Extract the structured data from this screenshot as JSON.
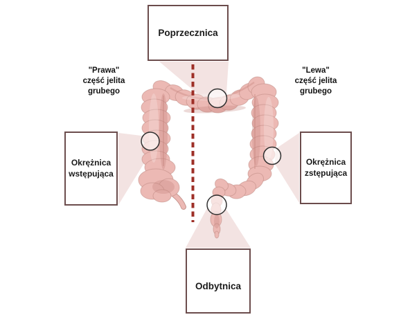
{
  "boxes": {
    "top": {
      "label": "Poprzecznica"
    },
    "left": {
      "label_line1": "Okrężnica",
      "label_line2": "wstępująca"
    },
    "right": {
      "label_line1": "Okrężnica",
      "label_line2": "zstępująca"
    },
    "bottom": {
      "label": "Odbytnica"
    }
  },
  "annotations": {
    "left": {
      "lines": [
        "\"Prawa\"",
        "część jelita",
        "grubego"
      ]
    },
    "right": {
      "lines": [
        "\"Lewa\"",
        "część jelita",
        "grubego"
      ]
    }
  },
  "markers": {
    "shape": "circle-outline",
    "count": 4
  },
  "colors": {
    "background": "#ffffff",
    "colon_fill": "#ecb9b4",
    "colon_outline": "#c08a83",
    "colon_shade": "#c07a72",
    "beam_fill": "#f3e3e2",
    "box_border": "#6b4c4c",
    "dashed_midline": "#9e2f27",
    "marker_stroke": "#2f2f2f",
    "text": "#1a1a1a"
  }
}
